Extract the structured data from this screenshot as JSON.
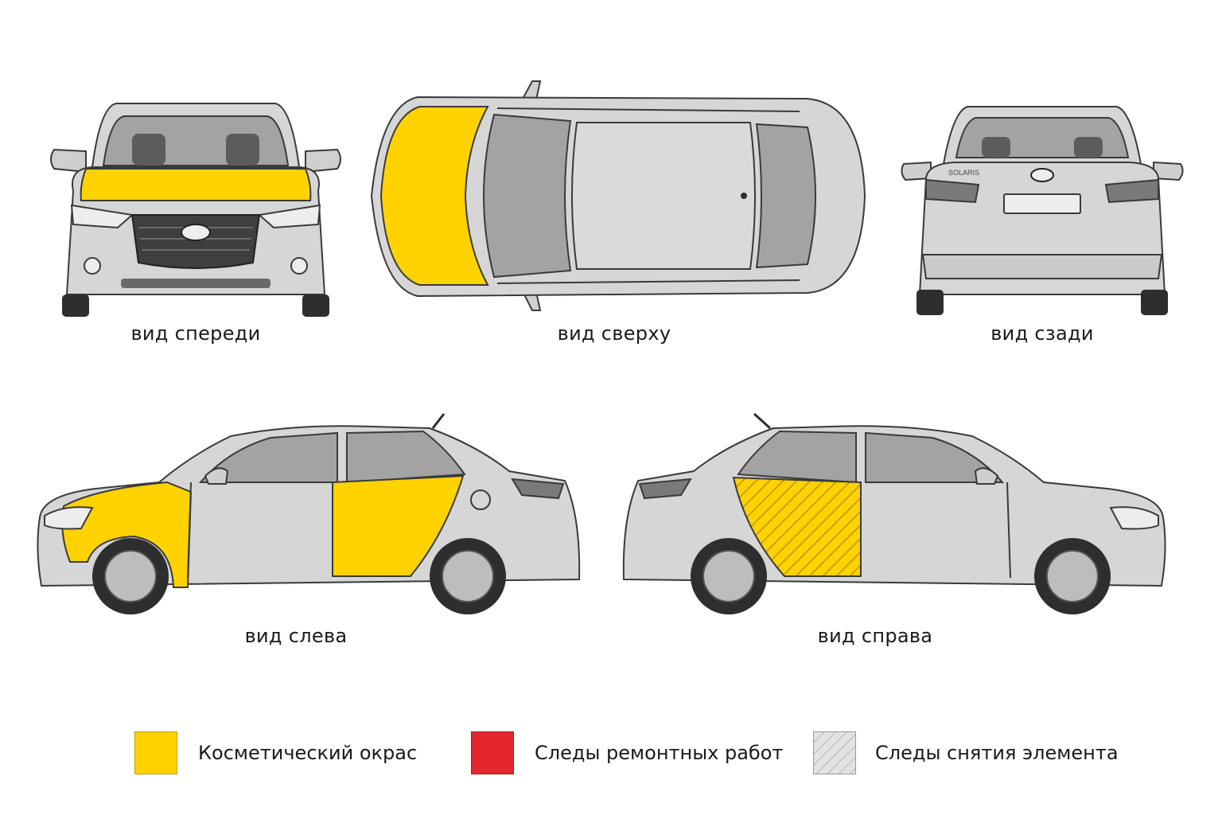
{
  "colors": {
    "cosmetic_paint": "#FFD200",
    "repair_traces": "#E3262E",
    "removal_traces": "#D9D9D9",
    "body": "#D6D6D6",
    "glass": "#9C9C9C",
    "outline": "#3A3A3A"
  },
  "views": {
    "front": {
      "caption": "вид спереди",
      "painted": [
        "hood"
      ]
    },
    "top": {
      "caption": "вид сверху",
      "painted": [
        "hood"
      ]
    },
    "rear": {
      "caption": "вид сзади",
      "badge": "SOLARIS",
      "painted": []
    },
    "left": {
      "caption": "вид слева",
      "painted": [
        "front-fender",
        "rear-door"
      ]
    },
    "right": {
      "caption": "вид справа",
      "painted": [],
      "removed": [
        "rear-door"
      ]
    }
  },
  "legend": [
    {
      "key": "cosmetic_paint",
      "label": "Косметический окрас",
      "swatch": "solid-yellow"
    },
    {
      "key": "repair_traces",
      "label": "Следы ремонтных работ",
      "swatch": "solid-red"
    },
    {
      "key": "removal_traces",
      "label": "Следы снятия элемента",
      "swatch": "hatched-grey"
    }
  ]
}
